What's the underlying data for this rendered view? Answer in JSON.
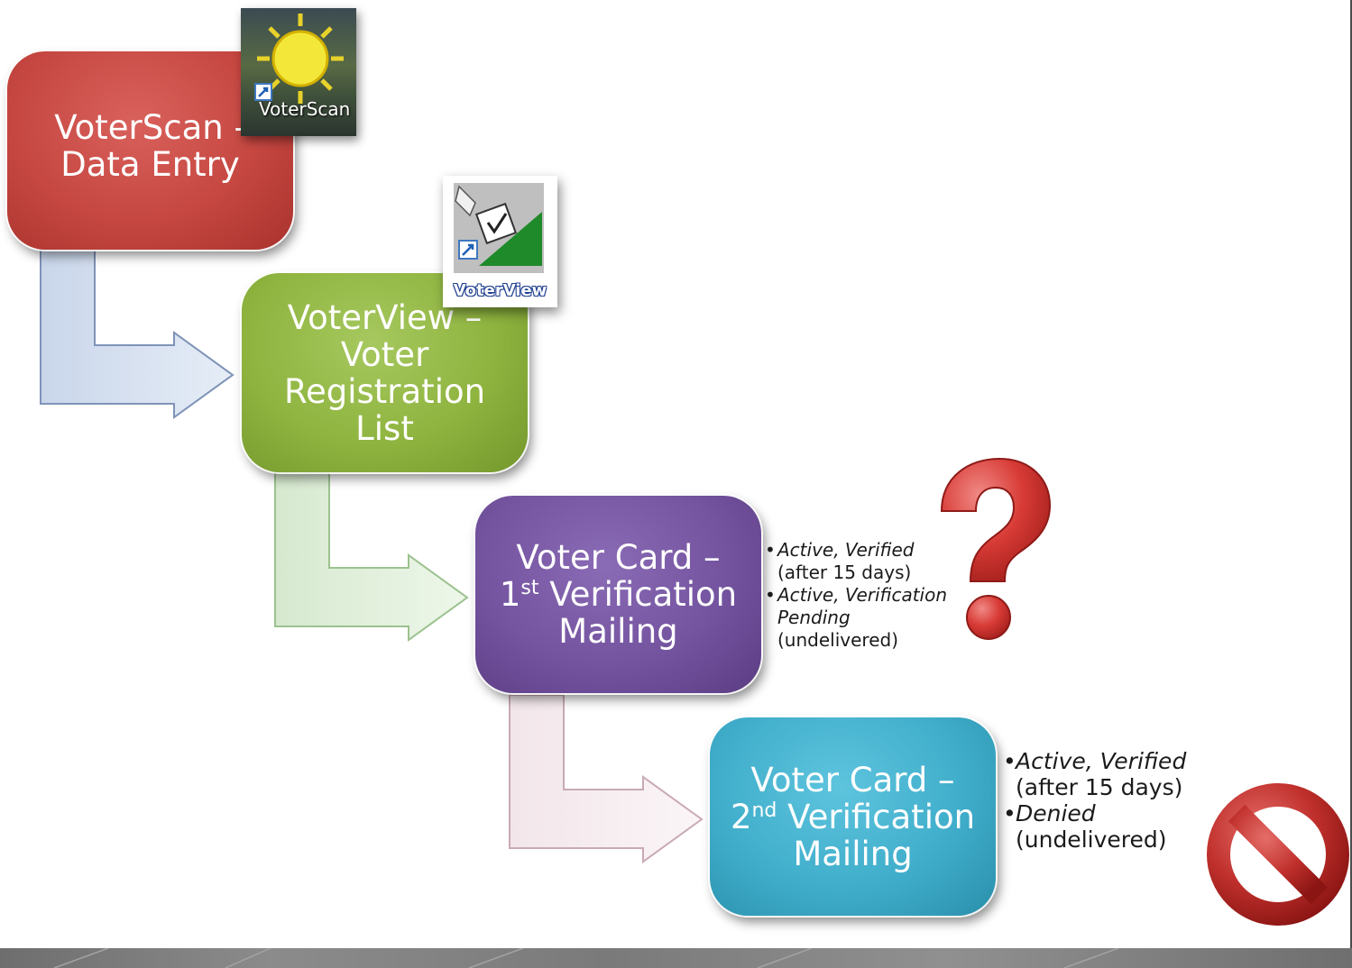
{
  "steps": [
    {
      "lines": [
        "VoterScan -",
        "Data Entry"
      ],
      "color": "#c64741"
    },
    {
      "lines": [
        "VoterView –",
        "Voter",
        "Registration",
        "List"
      ],
      "color": "#8fb43f"
    },
    {
      "line1": "Voter Card –",
      "ord_num": "1",
      "ord_sup": "st",
      "ord_rest": " Verification",
      "line3": "Mailing",
      "color": "#74539f"
    },
    {
      "line1": "Voter Card –",
      "ord_num": "2",
      "ord_sup": "nd",
      "ord_rest": " Verification",
      "line3": "Mailing",
      "color": "#40aecb"
    }
  ],
  "notes_step3": [
    {
      "italic": "Active, Verified",
      "plain": "(after 15 days)"
    },
    {
      "italic": "Active, Verification Pending",
      "plain": "(undelivered)"
    }
  ],
  "notes_step4": [
    {
      "italic": "Active, Verified",
      "plain": "(after 15 days)"
    },
    {
      "italic": "Denied",
      "plain": "(undelivered)"
    }
  ],
  "icons": {
    "voterscan_caption": "VoterScan",
    "voterview_caption": "VoterView",
    "question": "question-mark-icon",
    "no_symbol": "prohibited-icon"
  }
}
